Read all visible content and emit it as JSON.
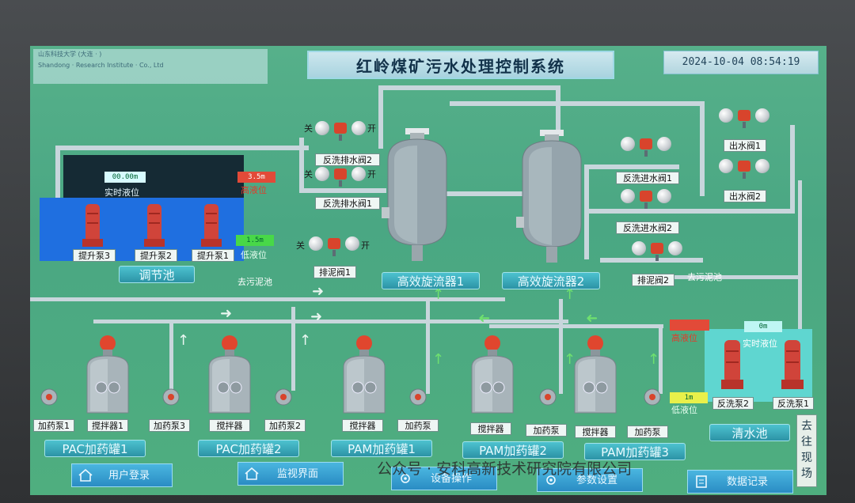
{
  "header": {
    "title": "红岭煤矿污水处理控制系统",
    "datetime": "2024-10-04   08:54:19",
    "company_line1": "山东科技大学 (大连 · )",
    "company_line2": "Shandong · Research Institute · Co., Ltd"
  },
  "regulating_pool": {
    "name": "调节池",
    "level_value": "00.00m",
    "level_label": "实时液位",
    "high_value": "3.5m",
    "high_label": "高液位",
    "low_value": "1.5m",
    "low_label": "低液位",
    "pumps": [
      "提升泵3",
      "提升泵2",
      "提升泵1"
    ]
  },
  "valves": {
    "open_label": "开",
    "close_label": "关",
    "backwash_drain_2": "反洗排水阀2",
    "backwash_drain_1": "反洗排水阀1",
    "sludge_1": "排泥阀1",
    "backwash_in_1": "反洗进水阀1",
    "backwash_in_2": "反洗进水阀2",
    "sludge_2": "排泥阀2",
    "outlet_1": "出水阀1",
    "outlet_2": "出水阀2"
  },
  "cyclones": [
    "高效旋流器1",
    "高效旋流器2"
  ],
  "to_sludge_pool": "去污泥池",
  "clear_pool": {
    "name": "清水池",
    "level_value": "0m",
    "level_label": "实时液位",
    "high_label": "高液位",
    "low_value": "1m",
    "low_label": "低液位",
    "pumps": [
      "反洗泵2",
      "反洗泵1"
    ]
  },
  "to_site": "去往现场",
  "dosing": {
    "tanks": [
      {
        "name": "PAC加药罐1",
        "labels": [
          "加药泵1",
          "搅拌器1",
          "加药泵3"
        ]
      },
      {
        "name": "PAC加药罐2",
        "labels": [
          "搅拌器",
          "加药泵2"
        ]
      },
      {
        "name": "PAM加药罐1",
        "labels": [
          "搅拌器",
          "加药泵"
        ]
      },
      {
        "name": "PAM加药罐2",
        "labels": [
          "搅拌器",
          "加药泵"
        ]
      },
      {
        "name": "PAM加药罐3",
        "labels": [
          "搅拌器",
          "加药泵"
        ]
      }
    ]
  },
  "nav": {
    "login": "用户登录",
    "monitor": "监视界面",
    "device_ops": "设备操作",
    "params": "参数设置",
    "data": "数据记录"
  },
  "watermark": "公众号 · 安科高新技术研究院有限公司",
  "colors": {
    "screen_bg": "#4fae7f",
    "pool_blue": "#1f6fe0",
    "pipe": "#c8d6dc",
    "alarm_red": "#d8442c",
    "button_blue": "#2a8cc4"
  }
}
